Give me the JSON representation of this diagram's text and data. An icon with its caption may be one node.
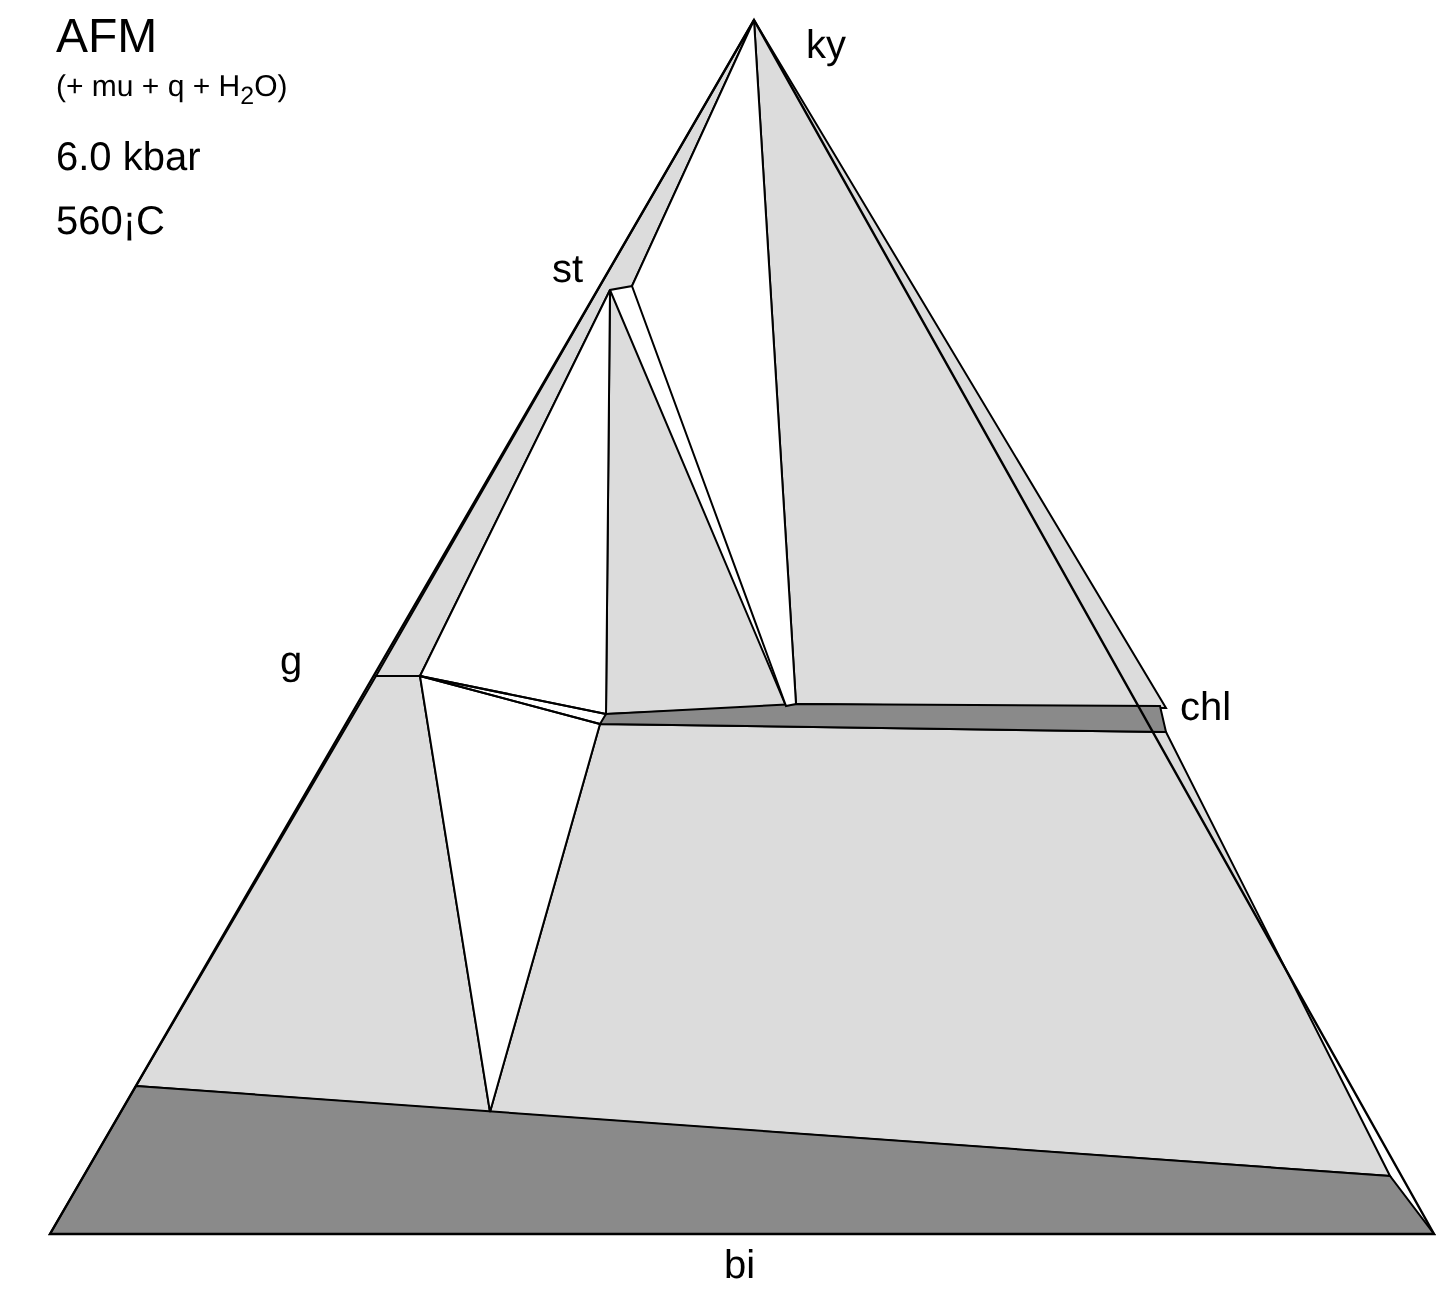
{
  "diagram": {
    "title": "AFM",
    "labels": [
      "ky",
      "(+ mu + q + H$_{2}$O)",
      "6.0 kbar",
      "560¡C",
      "st",
      "g",
      "chl",
      "bi"
    ]
  }
}
